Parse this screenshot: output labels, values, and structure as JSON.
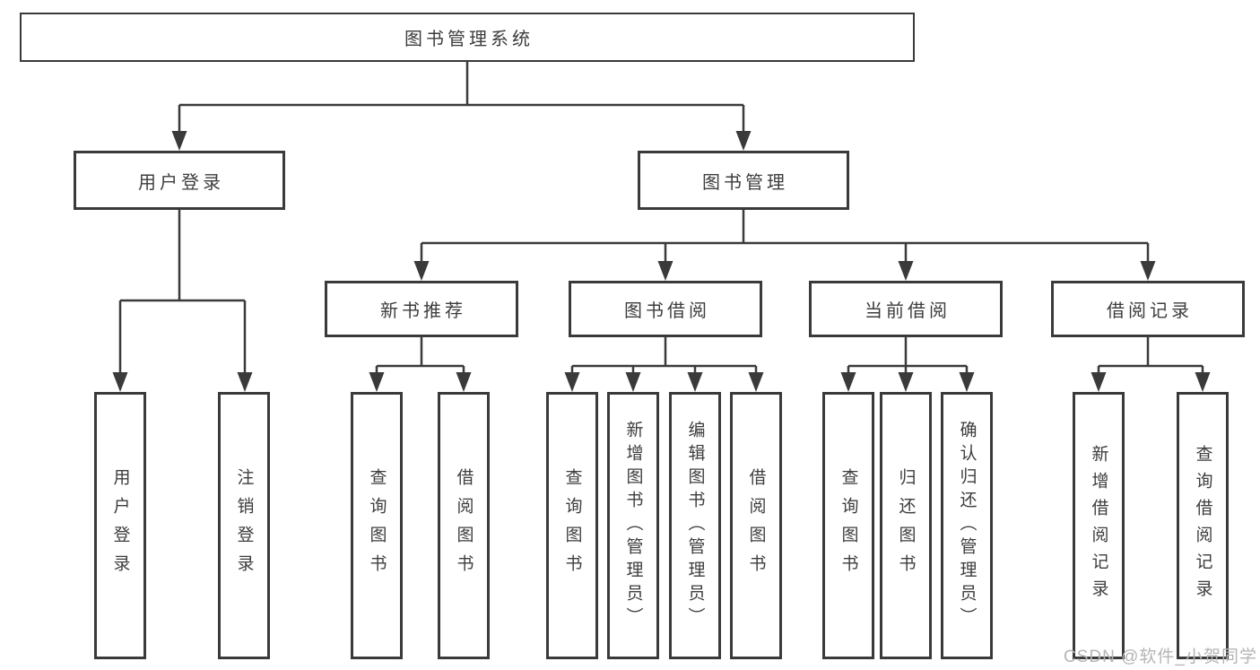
{
  "diagram": {
    "title_node": "图书管理系统",
    "tree": {
      "label": "图书管理系统",
      "children": [
        {
          "label": "用户登录",
          "children": [
            {
              "label": "用户登录"
            },
            {
              "label": "注销登录"
            }
          ]
        },
        {
          "label": "图书管理",
          "children": [
            {
              "label": "新书推荐",
              "children": [
                {
                  "label": "查询图书"
                },
                {
                  "label": "借阅图书"
                }
              ]
            },
            {
              "label": "图书借阅",
              "children": [
                {
                  "label": "查询图书"
                },
                {
                  "label": "新增图书（管理员）"
                },
                {
                  "label": "编辑图书（管理员）"
                },
                {
                  "label": "借阅图书"
                }
              ]
            },
            {
              "label": "当前借阅",
              "children": [
                {
                  "label": "查询图书"
                },
                {
                  "label": "归还图书"
                },
                {
                  "label": "确认归还（管理员）"
                }
              ]
            },
            {
              "label": "借阅记录",
              "children": [
                {
                  "label": "新增借阅记录"
                },
                {
                  "label": "查询借阅记录"
                }
              ]
            }
          ]
        }
      ]
    }
  },
  "watermark": {
    "text": "CSDN @软件_小贺同学"
  },
  "colors": {
    "line": "#3a3a3a",
    "text": "#3d3d3d",
    "watermark_gray": "#b5b5b5",
    "background": "#ffffff"
  }
}
